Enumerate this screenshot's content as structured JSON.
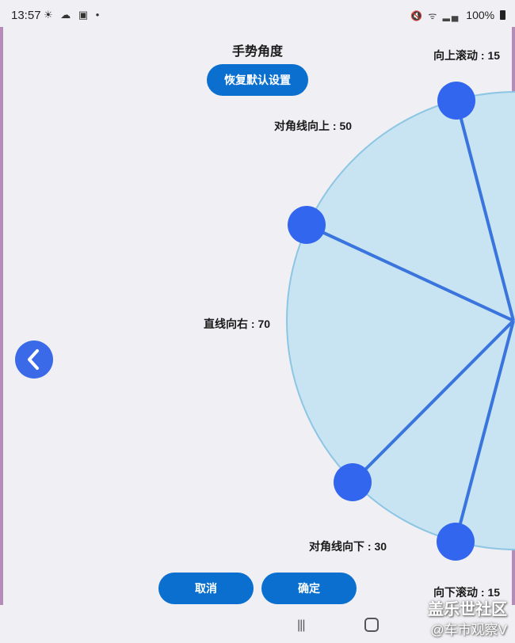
{
  "status_bar": {
    "time": "13:57",
    "left_icons": "☀ ☁ ▣ •",
    "right_icons": "🔇 ᯤ ▂▄",
    "battery": "100%"
  },
  "page": {
    "title": "手势角度",
    "reset_label": "恢复默认设置"
  },
  "gestures": [
    {
      "name": "向上滚动",
      "value": "15"
    },
    {
      "name": "对角线向上",
      "value": "50"
    },
    {
      "name": "直线向右",
      "value": "70"
    },
    {
      "name": "对角线向下",
      "value": "30"
    },
    {
      "name": "向下滚动",
      "value": "15"
    }
  ],
  "separator": " : ",
  "footer": {
    "cancel_label": "取消",
    "confirm_label": "确定"
  },
  "nav": {
    "recent": "|||"
  },
  "watermark": {
    "line1": "盖乐世社区",
    "line2": "@车市观察V"
  },
  "colors": {
    "accent": "#0a6fcf",
    "handle": "#3366ee",
    "sector_fill": "#c8e3f1",
    "sector_stroke": "#8cc6e4",
    "line": "#3a75de"
  }
}
